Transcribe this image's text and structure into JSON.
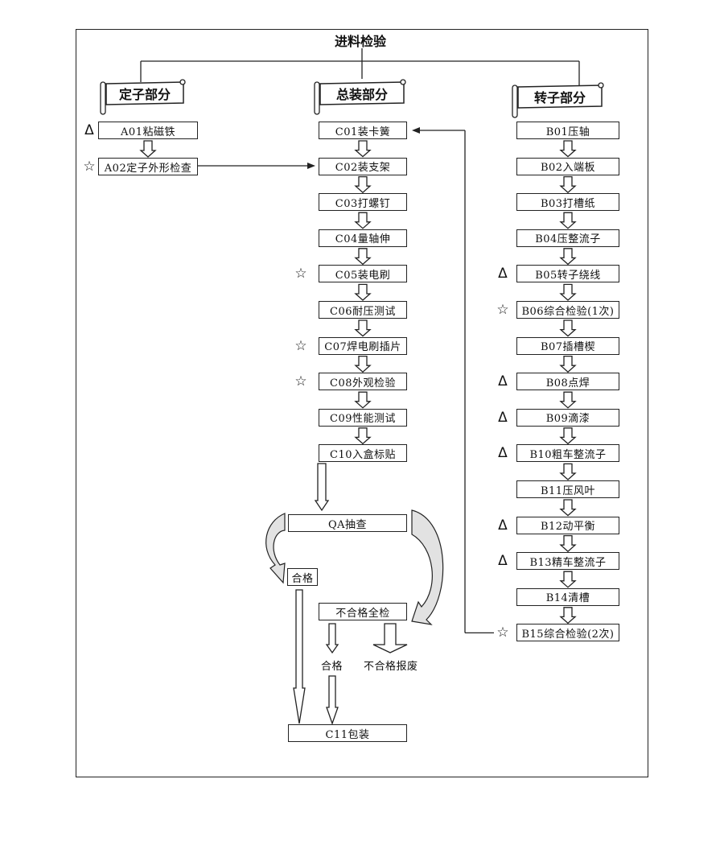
{
  "title": "进料检验",
  "sections": {
    "stator": {
      "title": "定子部分"
    },
    "assembly": {
      "title": "总装部分"
    },
    "rotor": {
      "title": "转子部分"
    }
  },
  "legend_symbols": {
    "triangle": "Δ",
    "star": "☆"
  },
  "stator_steps": [
    {
      "id": "A01",
      "label": "A01粘磁铁",
      "marker": "Δ"
    },
    {
      "id": "A02",
      "label": "A02定子外形检查",
      "marker": "☆"
    }
  ],
  "assembly_steps": [
    {
      "id": "C01",
      "label": "C01装卡簧",
      "marker": ""
    },
    {
      "id": "C02",
      "label": "C02装支架",
      "marker": ""
    },
    {
      "id": "C03",
      "label": "C03打螺钉",
      "marker": ""
    },
    {
      "id": "C04",
      "label": "C04量轴伸",
      "marker": ""
    },
    {
      "id": "C05",
      "label": "C05装电刷",
      "marker": "☆"
    },
    {
      "id": "C06",
      "label": "C06耐压测试",
      "marker": ""
    },
    {
      "id": "C07",
      "label": "C07焊电刷插片",
      "marker": "☆"
    },
    {
      "id": "C08",
      "label": "C08外观检验",
      "marker": "☆"
    },
    {
      "id": "C09",
      "label": "C09性能测试",
      "marker": ""
    },
    {
      "id": "C10",
      "label": "C10入盒标贴",
      "marker": ""
    }
  ],
  "rotor_steps": [
    {
      "id": "B01",
      "label": "B01压轴",
      "marker": ""
    },
    {
      "id": "B02",
      "label": "B02入端板",
      "marker": ""
    },
    {
      "id": "B03",
      "label": "B03打槽纸",
      "marker": ""
    },
    {
      "id": "B04",
      "label": "B04压整流子",
      "marker": ""
    },
    {
      "id": "B05",
      "label": "B05转子绕线",
      "marker": "Δ"
    },
    {
      "id": "B06",
      "label": "B06综合检验(1次)",
      "marker": "☆"
    },
    {
      "id": "B07",
      "label": "B07插槽楔",
      "marker": ""
    },
    {
      "id": "B08",
      "label": "B08点焊",
      "marker": "Δ"
    },
    {
      "id": "B09",
      "label": "B09滴漆",
      "marker": "Δ"
    },
    {
      "id": "B10",
      "label": "B10粗车整流子",
      "marker": "Δ"
    },
    {
      "id": "B11",
      "label": "B11压风叶",
      "marker": ""
    },
    {
      "id": "B12",
      "label": "B12动平衡",
      "marker": "Δ"
    },
    {
      "id": "B13",
      "label": "B13精车整流子",
      "marker": "Δ"
    },
    {
      "id": "B14",
      "label": "B14清槽",
      "marker": ""
    },
    {
      "id": "B15",
      "label": "B15综合检验(2次)",
      "marker": "☆"
    }
  ],
  "qa": {
    "check": "QA抽查",
    "pass": "合格",
    "fail_full_check": "不合格全检",
    "fail_pass": "合格",
    "scrap": "不合格报废",
    "packaging": "C11包装"
  },
  "connections": [
    {
      "from": "A02",
      "to": "C02"
    },
    {
      "from": "B15",
      "to": "C01"
    }
  ],
  "colors": {
    "line": "#222222",
    "curved_arrow_fill": "#e2e2e2",
    "background": "#ffffff"
  }
}
